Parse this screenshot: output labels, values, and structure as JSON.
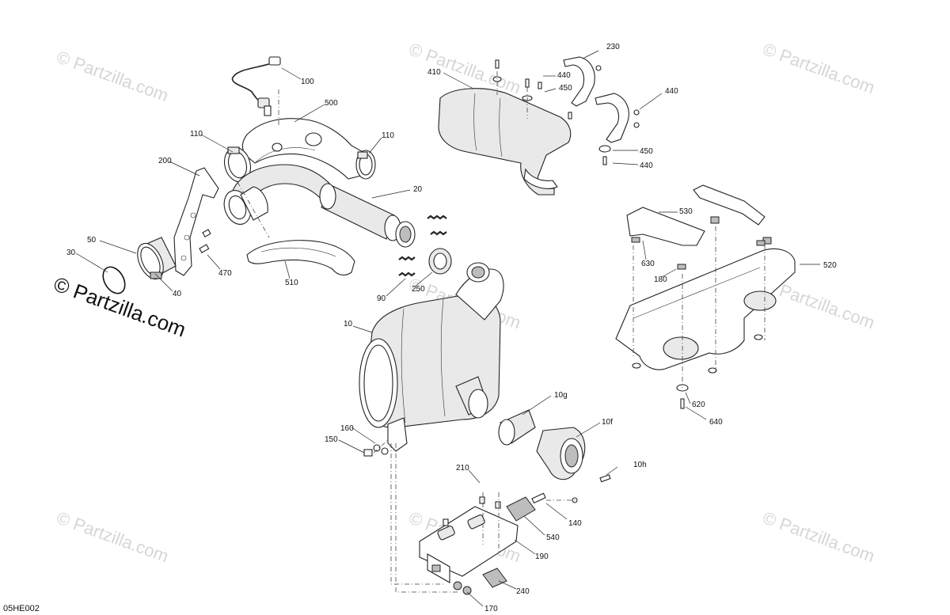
{
  "diagram": {
    "code": "05HE002",
    "watermark": "© Partzilla.com",
    "callouts": {
      "c100": "100",
      "c500": "500",
      "c110a": "110",
      "c110b": "110",
      "c200": "200",
      "c20": "20",
      "c50": "50",
      "c30": "30",
      "c40": "40",
      "c470": "470",
      "c510": "510",
      "c90": "90",
      "c250": "250",
      "c410": "410",
      "c230": "230",
      "c440a": "440",
      "c450a": "450",
      "c440b": "440",
      "c450b": "450",
      "c440c": "440",
      "c530": "530",
      "c630": "630",
      "c180": "180",
      "c520": "520",
      "c10": "10",
      "c10g": "10g",
      "c10f": "10f",
      "c10h": "10h",
      "c160": "160",
      "c150": "150",
      "c620": "620",
      "c640": "640",
      "c210": "210",
      "c140": "140",
      "c540": "540",
      "c190": "190",
      "c240": "240",
      "c170": "170"
    }
  }
}
